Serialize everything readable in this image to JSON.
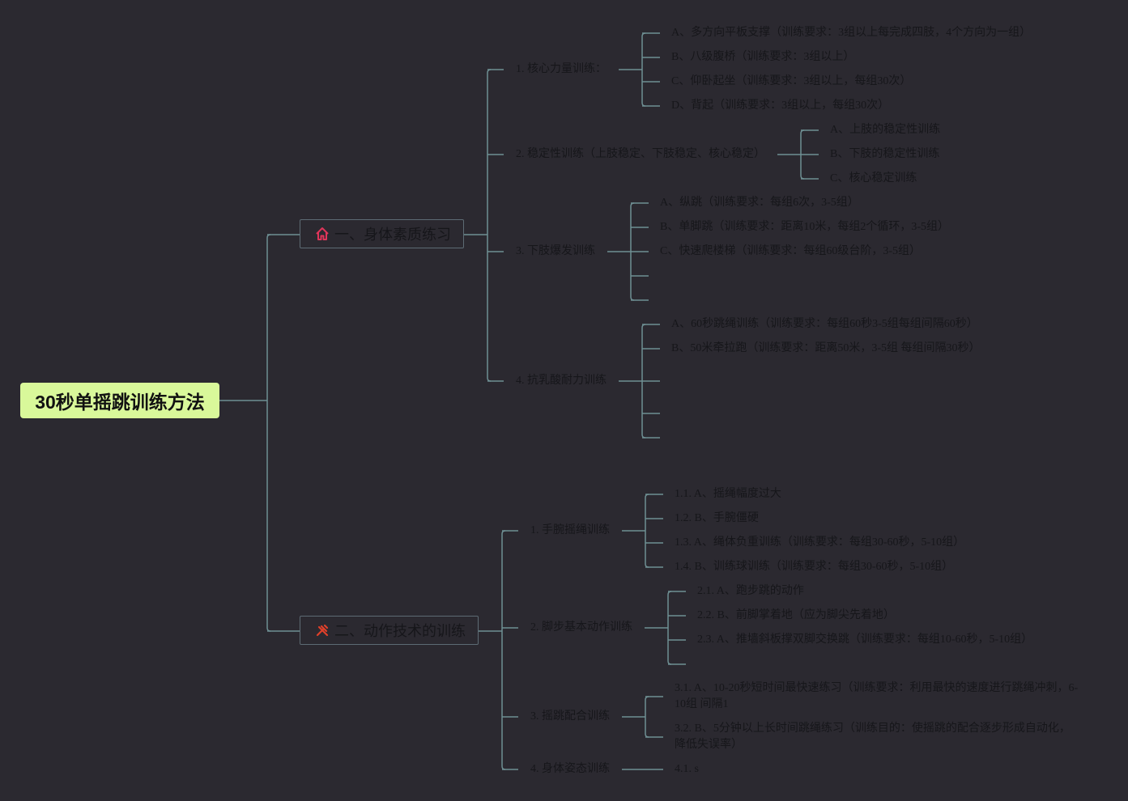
{
  "root": {
    "title": "30秒单摇跳训练方法",
    "color": "#d9f89a"
  },
  "branches": [
    {
      "label": "一、身体素质练习",
      "icon": "home-icon",
      "icon_color": "#e0355a",
      "topics": [
        {
          "label": "1. 核心力量训练：",
          "items": [
            "A、多方向平板支撑（训练要求：3组以上每完成四肢，4个方向为一组）",
            "B、八级腹桥（训练要求：3组以上）",
            "C、仰卧起坐（训练要求：3组以上，每组30次）",
            "D、背起（训练要求：3组以上，每组30次）"
          ]
        },
        {
          "label": "2. 稳定性训练（上肢稳定、下肢稳定、核心稳定）",
          "items": [
            "A、上肢的稳定性训练",
            "B、下肢的稳定性训练",
            "C、核心稳定训练"
          ]
        },
        {
          "label": "3. 下肢爆发训练",
          "items": [
            "A、纵跳（训练要求：每组6次，3-5组）",
            "B、单脚跳（训练要求：距离10米，每组2个循环，3-5组）",
            "C、快速爬楼梯（训练要求：每组60级台阶，3-5组）",
            "",
            ""
          ]
        },
        {
          "label": "4. 抗乳酸耐力训练",
          "items": [
            "A、60秒跳绳训练（训练要求：每组60秒3-5组每组间隔60秒）",
            "B、50米牵拉跑（训练要求：距离50米，3-5组 每组间隔30秒）",
            "",
            "",
            "",
            ""
          ]
        }
      ]
    },
    {
      "label": "二、动作技术的训练",
      "icon": "tools-icon",
      "icon_color": "#e0402a",
      "topics": [
        {
          "label": "1. 手腕摇绳训练",
          "items": [
            "1.1. A、摇绳幅度过大",
            "1.2. B、手腕僵硬",
            "1.3. A、绳体负重训练（训练要求：每组30-60秒，5-10组）",
            "1.4. B、训练球训练（训练要求：每组30-60秒，5-10组）"
          ]
        },
        {
          "label": "2. 脚步基本动作训练",
          "items": [
            "2.1. A、跑步跳的动作",
            "2.2. B、前脚掌着地（应为脚尖先着地）",
            "2.3. A、推墙斜板撑双脚交换跳（训练要求：每组10-60秒，5-10组）",
            ""
          ]
        },
        {
          "label": "3. 摇跳配合训练",
          "items": [
            "3.1. A、10-20秒短时间最快速练习（训练要求：利用最快的速度进行跳绳冲刺，6-10组 间隔1",
            "3.2. B、5分钟以上长时间跳绳练习（训练目的：使摇跳的配合逐步形成自动化，降低失误率）"
          ]
        },
        {
          "label": "4. 身体姿态训练",
          "items": [
            "4.1. s"
          ]
        }
      ]
    }
  ],
  "line_color": "#6e8f93"
}
